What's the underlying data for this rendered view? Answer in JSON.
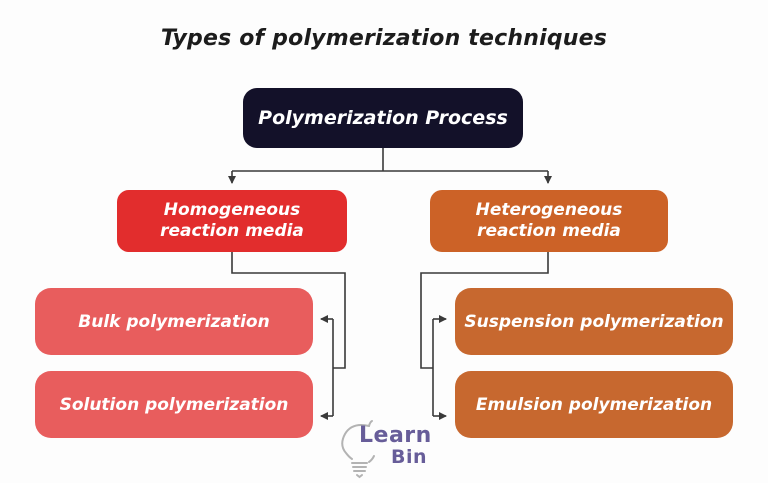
{
  "title": "Types of polymerization techniques",
  "colors": {
    "background": "#fdfdfd",
    "title_text": "#1c1c1c",
    "node_text": "#ffffff",
    "root_bg": "#131129",
    "homogeneous_bg": "#e22d2d",
    "heterogeneous_bg": "#cc6227",
    "homogeneous_child_bg": "#e85d5d",
    "heterogeneous_child_bg": "#c7682f",
    "connector": "#3a3a3a",
    "logo_text": "#675d99",
    "logo_bulb": "#b3b3b3"
  },
  "diagram": {
    "root": {
      "label": "Polymerization Process"
    },
    "branches": [
      {
        "label": "Homogeneous reaction media",
        "children": [
          {
            "label": "Bulk polymerization"
          },
          {
            "label": "Solution polymerization"
          }
        ]
      },
      {
        "label": "Heterogeneous reaction media",
        "children": [
          {
            "label": "Suspension polymerization"
          },
          {
            "label": "Emulsion polymerization"
          }
        ]
      }
    ]
  },
  "logo": {
    "line1": "Learn",
    "line2": "Bin"
  }
}
